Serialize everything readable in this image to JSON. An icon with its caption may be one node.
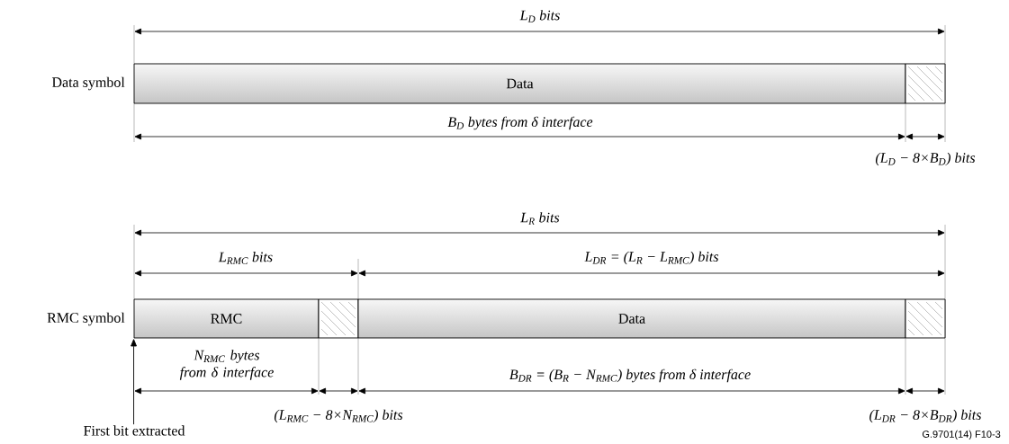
{
  "diagram": {
    "nodes": [
      {
        "text": [
          "Data"
        ]
      },
      {
        "text": [],
        "shape": "box"
      },
      {
        "text": [
          "RMC"
        ]
      },
      {
        "text": [],
        "shape": "box"
      },
      {
        "text": [
          "Data"
        ]
      },
      {
        "text": [],
        "shape": "box"
      },
      {
        "text": [
          "First bit extracted"
        ]
      }
    ],
    "edges": [
      {
        "from": 6,
        "to": 2,
        "arrow": "to"
      }
    ],
    "labels": [
      "Data symbol",
      "L$_{D}$ bits",
      "B$_{D}$ bytes from δ interface",
      "(L$_{D}$ − 8×B$_{D}$) bits",
      "RMC symbol",
      "L$_{R}$ bits",
      "L$_{RMC}$ bits",
      "L$_{DR}$ = (L$_{R}$ − L$_{RMC}$) bits",
      "N$_{RMC}$ bytes from δ interface",
      "B$_{DR}$ = (B$_{R}$ − N$_{RMC}$) bytes from δ interface",
      "(L$_{RMC}$ − 8×N$_{RMC}$) bits",
      "(L$_{DR}$ − 8×B$_{DR}$) bits",
      "G.9701(14) F10-3"
    ]
  }
}
